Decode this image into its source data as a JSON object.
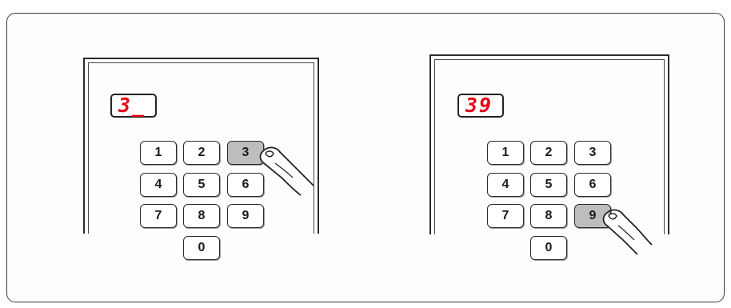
{
  "panels": [
    {
      "display_value": "3_",
      "pressed_key": "3",
      "keys": [
        "1",
        "2",
        "3",
        "4",
        "5",
        "6",
        "7",
        "8",
        "9",
        "0"
      ]
    },
    {
      "display_value": "39",
      "pressed_key": "9",
      "keys": [
        "1",
        "2",
        "3",
        "4",
        "5",
        "6",
        "7",
        "8",
        "9",
        "0"
      ]
    }
  ],
  "colors": {
    "display_digits": "#e60012",
    "pressed_key": "#bdbdbd",
    "outline": "#2b2b2b"
  },
  "icons": [
    "pointing-finger-icon"
  ]
}
